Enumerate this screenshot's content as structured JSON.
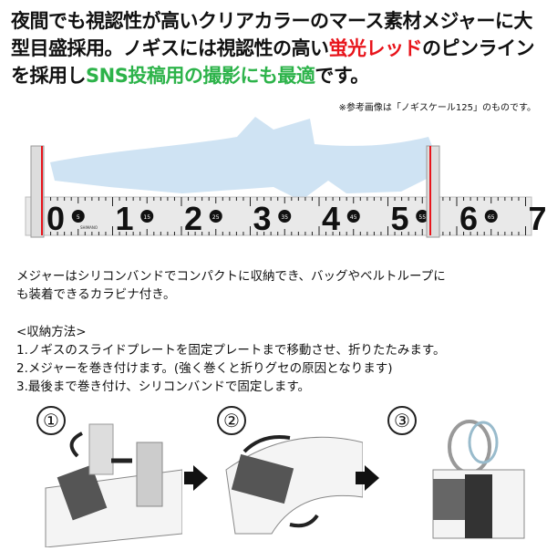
{
  "headline": {
    "part1": "夜間でも視認性が高いクリアカラーのマース素材メジャーに大型目盛採用。ノギスには視認性の高い",
    "red": "蛍光レッド",
    "part2": "のピンライン\nを採用し",
    "green": "SNS投稿用の撮影にも最適",
    "part3": "です。"
  },
  "note": "※参考画像は「ノギスケール125」のものです。",
  "ruler": {
    "big_digits": [
      "0",
      "1",
      "2",
      "3",
      "4",
      "5",
      "6",
      "7"
    ],
    "small_marks": [
      "5",
      "15",
      "25",
      "35",
      "45",
      "55",
      "65"
    ],
    "brand": "SHIMANO",
    "colors": {
      "fish": "#cfe3f3",
      "pin_line": "#e8141b"
    }
  },
  "description": [
    "メジャーはシリコンバンドでコンパクトに収納でき、バッグやベルトループに",
    "も装着できるカラビナ付き。"
  ],
  "storage": {
    "title": "<収納方法>",
    "steps": [
      "1.ノギスのスライドプレートを固定プレートまで移動させ、折りたたみます。",
      "2.メジャーを巻き付けます。(強く巻くと折りグセの原因となります)",
      "3.最後まで巻き付け、シリコンバンドで固定します。"
    ]
  },
  "step_images": [
    {
      "num": "①"
    },
    {
      "num": "②"
    },
    {
      "num": "③"
    }
  ]
}
